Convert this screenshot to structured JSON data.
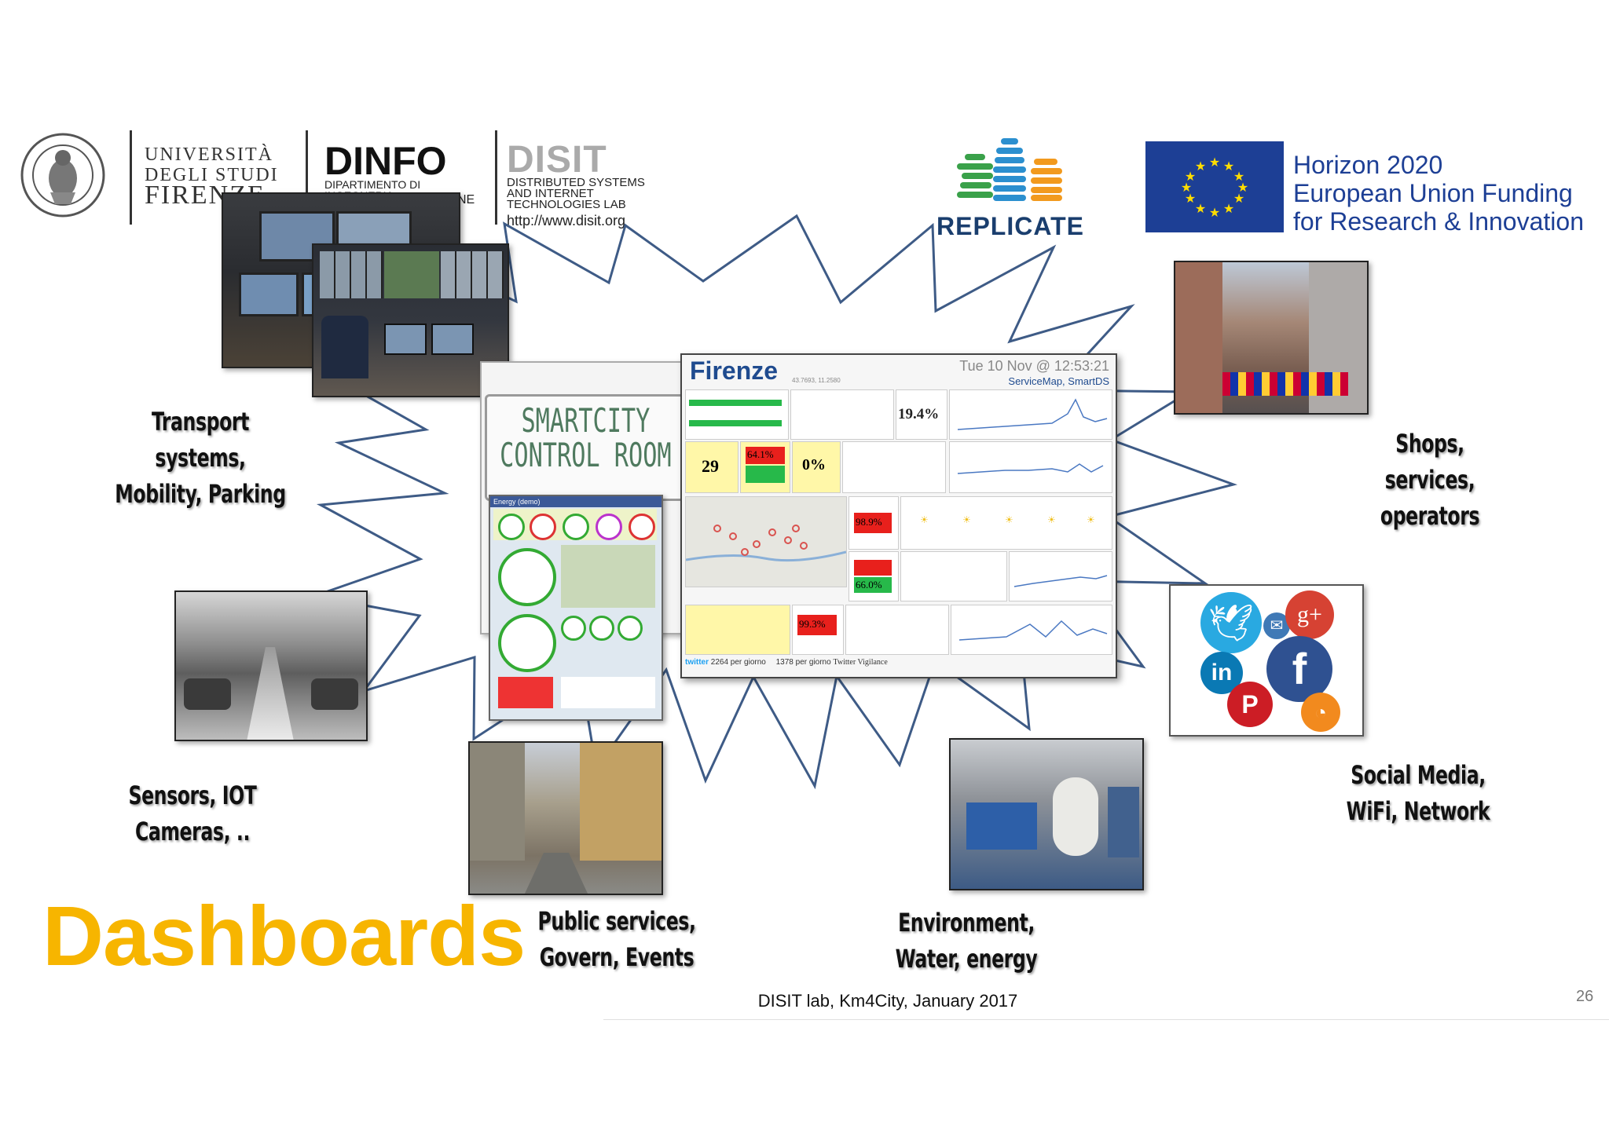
{
  "header": {
    "unifi": {
      "line1": "UNIVERSITÀ",
      "line2": "DEGLI STUDI",
      "line3": "FIRENZE"
    },
    "dinfo": {
      "title": "DINFO",
      "line1": "DIPARTIMENTO DI",
      "line2": "INGEGNERIA",
      "line3": "NE"
    },
    "disit": {
      "title": "DISIT",
      "line1": "DISTRIBUTED SYSTEMS",
      "line2": "AND INTERNET",
      "line3": "TECHNOLOGIES LAB",
      "url": "http://www.disit.org"
    },
    "replicate": "REPLICATE",
    "horizon": {
      "line1": "Horizon 2020",
      "line2": "European Union Funding",
      "line3": "for Research & Innovation"
    }
  },
  "labels": {
    "transport": [
      "Transport",
      "systems,",
      "Mobility, Parking"
    ],
    "sensors": [
      "Sensors, IOT",
      "Cameras, .."
    ],
    "public": [
      "Public services,",
      "Govern, Events"
    ],
    "environment": [
      "Environment,",
      "Water, energy"
    ],
    "shops": [
      "Shops,",
      "services,",
      "operators"
    ],
    "social": [
      "Social Media,",
      "WiFi, Network"
    ]
  },
  "title": "Dashboards",
  "footer": {
    "text": "DISIT lab, Km4City, January 2017",
    "page": "26"
  },
  "smartcity": {
    "line1": "SMARTCITY",
    "line2": "CONTROL ROOM",
    "energy_title": "Energy (demo)"
  },
  "firenze_dash": {
    "city": "Firenze",
    "coords": "43.7693, 11.2580",
    "datetime": "Tue 10 Nov @ 12:53:21",
    "sources": "ServiceMap, SmartDS",
    "stat1": "19.4%",
    "stat2": "29",
    "stat3": "64.1%",
    "stat4": "0%",
    "stat5": "98.9%",
    "stat6": "66.0%",
    "stat7": "99.3%",
    "twitter_footer": "2264 per giorno",
    "twitter_footer2": "1378 per giorno",
    "vigilance": "Twitter Vigilance"
  },
  "colors": {
    "title_yellow": "#f7b500",
    "star_stroke": "#3e5b86",
    "eu_blue": "#1d3f95",
    "eu_star": "#ffdd00",
    "horizon_text": "#1d3f95"
  },
  "icons": [
    "twitter-icon",
    "google-plus-icon",
    "email-icon",
    "linkedin-icon",
    "facebook-icon",
    "pinterest-icon",
    "rss-icon"
  ]
}
